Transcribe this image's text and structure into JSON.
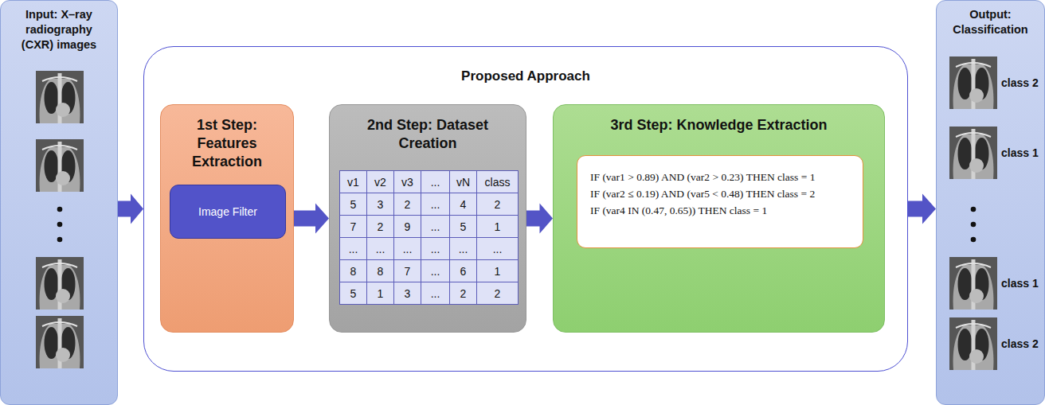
{
  "diagram": {
    "nodes": [
      {
        "text": [
          "Input: X–ray radiography (CXR) images"
        ]
      },
      {
        "text": [
          "Proposed Approach"
        ]
      },
      {
        "text": [
          "1st Step: Features Extraction"
        ],
        "in": 1
      },
      {
        "text": [
          "Image Filter"
        ],
        "in": 2
      },
      {
        "text": [
          "2nd Step: Dataset Creation"
        ],
        "in": 1
      },
      {
        "text": [
          "3rd Step: Knowledge Extraction"
        ],
        "in": 1
      },
      {
        "text": [
          "IF (var1 > 0.89) AND (var2 > 0.23) THEN class = 1",
          "IF (var2 ≤ 0.19) AND (var5 < 0.48) THEN class = 2",
          "IF (var4 IN (0.47, 0.65)) THEN class = 1"
        ],
        "in": 5
      },
      {
        "text": [
          "Output: Classification"
        ]
      }
    ],
    "edges": [
      {
        "from": 0,
        "to": 1,
        "arrow": "to"
      },
      {
        "from": 2,
        "to": 4,
        "arrow": "to"
      },
      {
        "from": 4,
        "to": 5,
        "arrow": "to"
      },
      {
        "from": 1,
        "to": 7,
        "arrow": "to"
      }
    ],
    "labels": [
      "v1",
      "v2",
      "v3",
      "...",
      "vN",
      "class",
      "5",
      "3",
      "2",
      "...",
      "4",
      "2",
      "7",
      "2",
      "9",
      "...",
      "5",
      "1",
      "...",
      "...",
      "...",
      "...",
      "...",
      "...",
      "8",
      "8",
      "7",
      "...",
      "6",
      "1",
      "5",
      "1",
      "3",
      "...",
      "2",
      "2",
      "class 2",
      "class 1",
      "class 1",
      "class 2"
    ]
  }
}
